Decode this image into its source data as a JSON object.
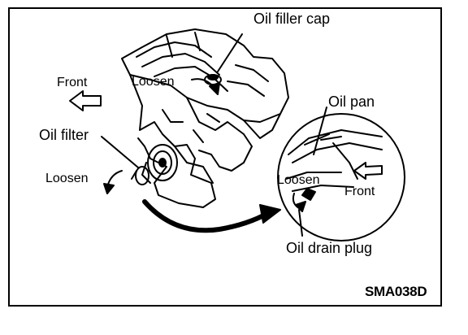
{
  "diagram": {
    "labels": {
      "oil_filler_cap": "Oil filler cap",
      "front_left": "Front",
      "loosen_cap": "Loosen",
      "oil_pan": "Oil pan",
      "oil_filter": "Oil filter",
      "loosen_filter": "Loosen",
      "loosen_plug": "Loosen",
      "front_inset": "Front",
      "oil_drain_plug": "Oil drain plug"
    },
    "figure_code": "SMA038D",
    "colors": {
      "ink": "#000000",
      "paper": "#ffffff"
    }
  }
}
